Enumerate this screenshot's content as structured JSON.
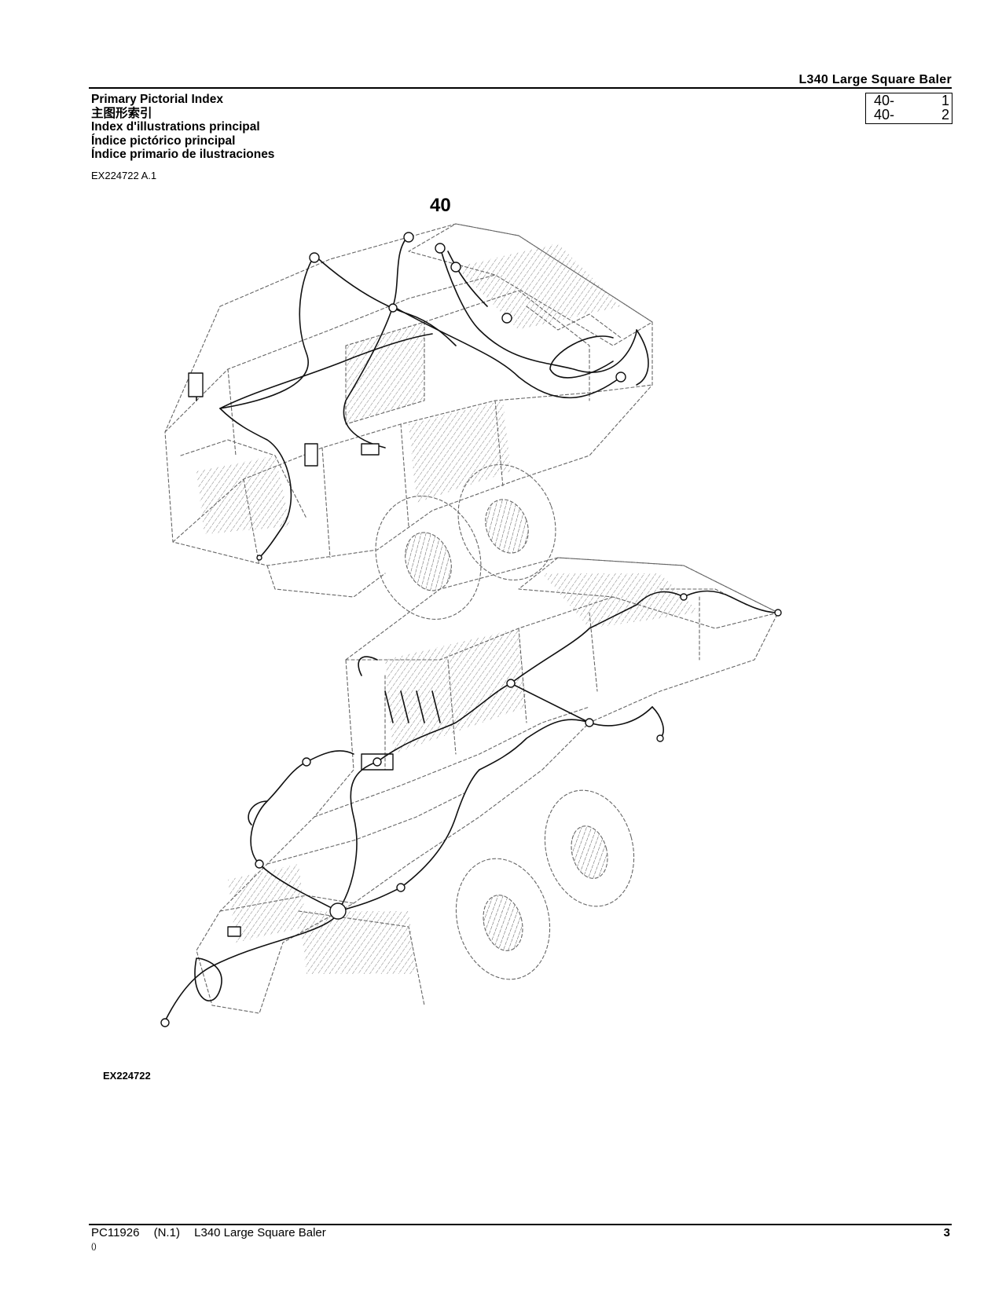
{
  "header": {
    "title": "L340 Large Square Baler"
  },
  "titles": [
    "Primary Pictorial Index",
    "主图形索引",
    "Index d'illustrations principal",
    "Índice pictórico principal",
    "Índice primario de ilustraciones"
  ],
  "ref_box": [
    {
      "code": "40-",
      "num": "1"
    },
    {
      "code": "40-",
      "num": "2"
    }
  ],
  "doc_code": "EX224722 A.1",
  "section_number": "40",
  "figure_id": "EX224722",
  "footer": {
    "doc": "PC11926",
    "rev": "(N.1)",
    "title": "L340 Large Square Baler",
    "paren": "()",
    "page": "3"
  }
}
